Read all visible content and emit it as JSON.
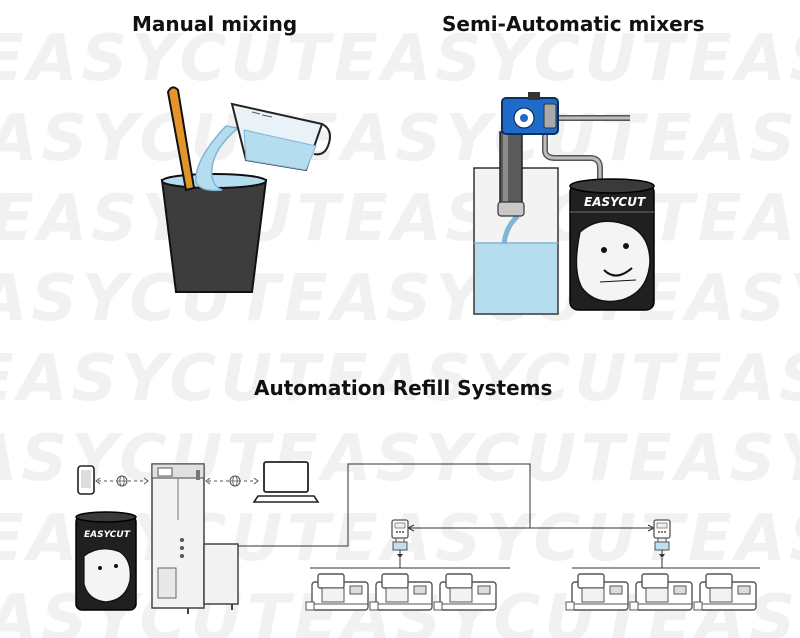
{
  "titles": {
    "manual": "Manual mixing",
    "semi": "Semi-Automatic mixers",
    "automation": "Automation Refill Systems"
  },
  "watermark": {
    "text": "EASYCUTEASYCUTEASYCUTEASYCUT"
  },
  "drum": {
    "brand": "EASYCUT"
  },
  "icons": [
    "measuring-cup-icon",
    "stirring-stick-icon",
    "mixer-pump-icon",
    "smartphone-icon",
    "globe-icon",
    "laptop-icon",
    "refill-station-icon",
    "cnc-machine-icon"
  ],
  "colors": {
    "liquid": "#b6dcef",
    "liquid_stroke": "#7fb6d6",
    "cup": "#3d3d3d",
    "stick": "#e4952a",
    "pump_blue": "#1f6bc9",
    "drum": "#202020"
  }
}
